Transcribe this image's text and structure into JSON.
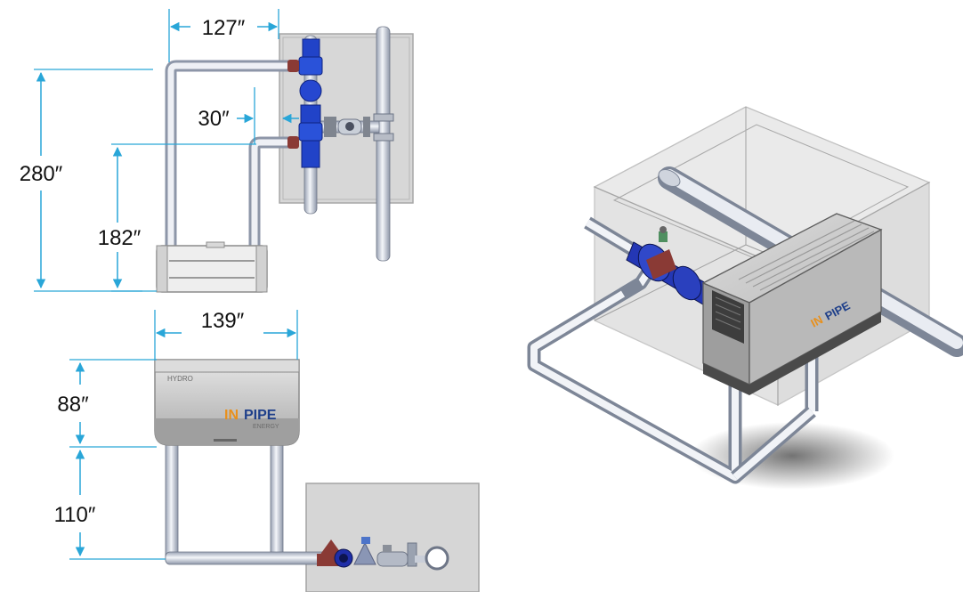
{
  "dimensions": {
    "width_top": "127″",
    "offset": "30″",
    "overall_height": "280″",
    "lower_height": "182″",
    "width_unit": "139″",
    "unit_height": "88″",
    "bypass_height": "110″"
  },
  "brand": {
    "in": "IN",
    "pipe": "PIPE",
    "sub": "ENERGY",
    "model": "HYDRO",
    "in_iso": "IN",
    "pipe_iso": "PIPE"
  },
  "colors": {
    "dimension_line": "#29a6d8",
    "pipe": "#d9dde6",
    "valve_blue": "#1f3fc9",
    "valve_red": "#8a3a35",
    "unit_body": "#c9c9c9",
    "vault": "#d6d6d6"
  }
}
